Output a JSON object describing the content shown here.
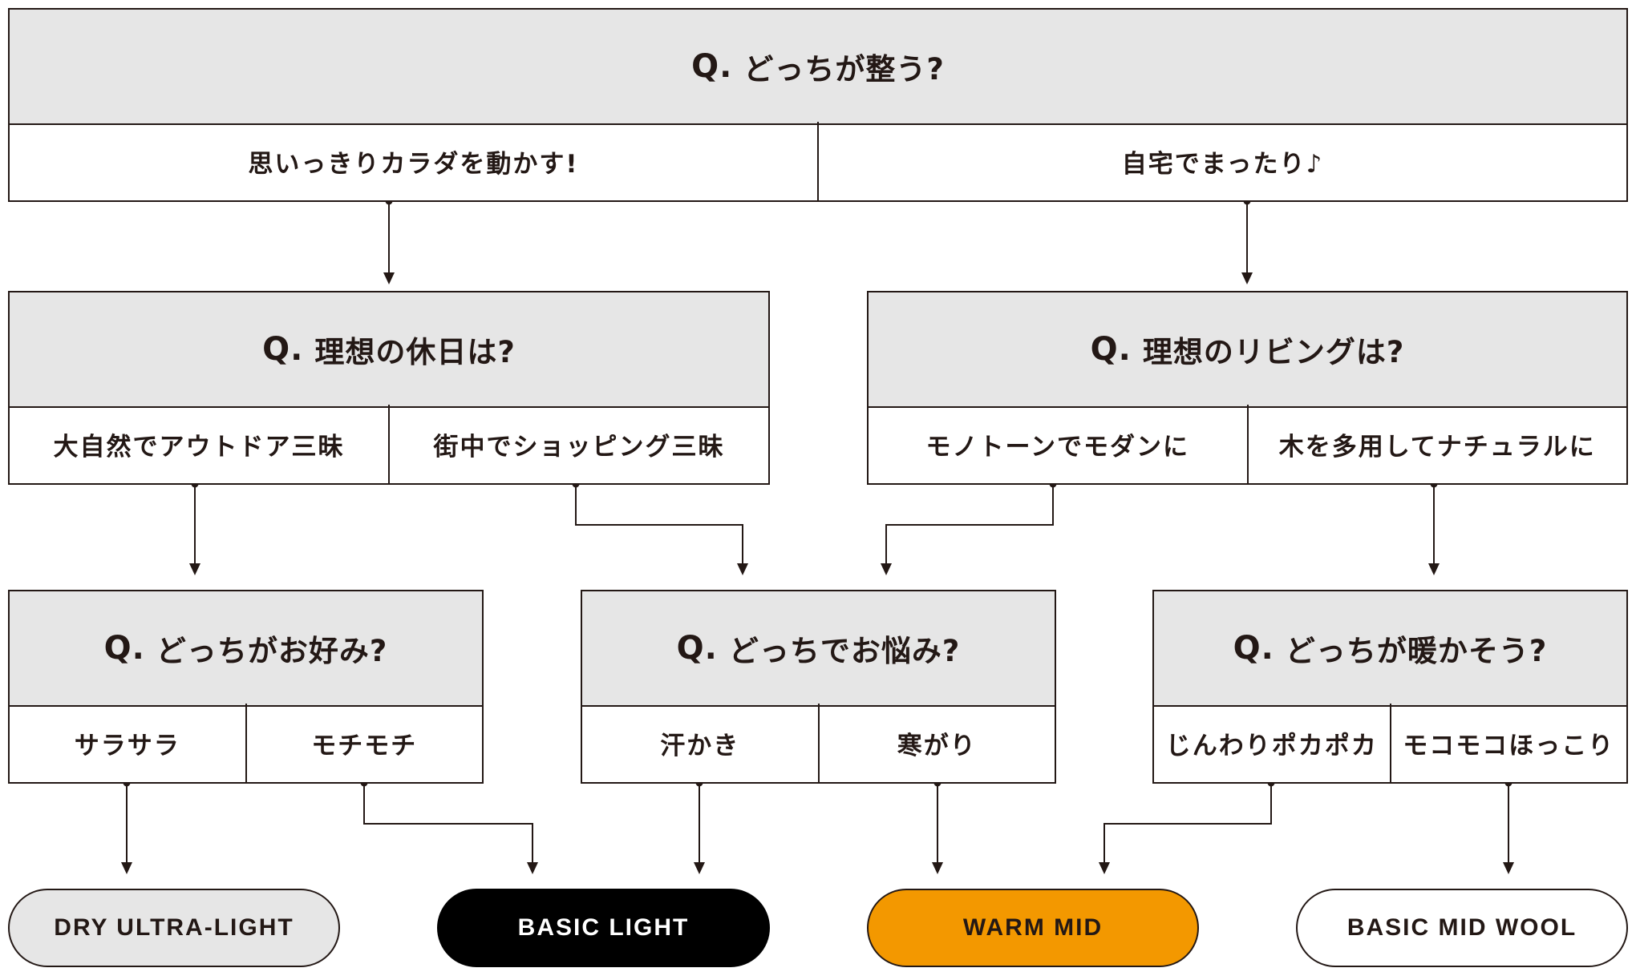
{
  "colors": {
    "line": "#231815",
    "question_bg": "#e6e6e6",
    "dry_ultra_light": "#e6e6e6",
    "basic_light": "#000000",
    "warm_mid": "#f39800",
    "basic_mid_wool": "#ffffff"
  },
  "q_prefix": "Q.",
  "questions": {
    "top": {
      "text": "どっちが整う?",
      "options": [
        "思いっきりカラダを動かす!",
        "自宅でまったり♪"
      ]
    },
    "holiday": {
      "text": "理想の休日は?",
      "options": [
        "大自然でアウトドア三昧",
        "街中でショッピング三昧"
      ]
    },
    "living": {
      "text": "理想のリビングは?",
      "options": [
        "モノトーンでモダンに",
        "木を多用してナチュラルに"
      ]
    },
    "prefer": {
      "text": "どっちがお好み?",
      "options": [
        "サラサラ",
        "モチモチ"
      ]
    },
    "worry": {
      "text": "どっちでお悩み?",
      "options": [
        "汗かき",
        "寒がり"
      ]
    },
    "warm": {
      "text": "どっちが暖かそう?",
      "options": [
        "じんわりポカポカ",
        "モコモコほっこり"
      ]
    }
  },
  "results": {
    "dry_ultra_light": "DRY ULTRA-LIGHT",
    "basic_light": "BASIC LIGHT",
    "warm_mid": "WARM MID",
    "basic_mid_wool": "BASIC MID WOOL"
  }
}
